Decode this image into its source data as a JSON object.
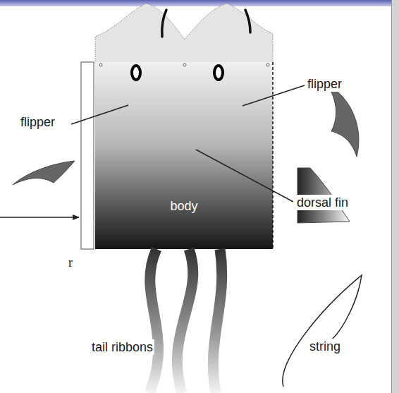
{
  "diagram": {
    "nodes": [
      {
        "text": [
          "body"
        ]
      }
    ],
    "labels": [
      "flipper",
      "flipper",
      "dorsal fin",
      "string",
      "tail ribbons",
      "r"
    ]
  }
}
